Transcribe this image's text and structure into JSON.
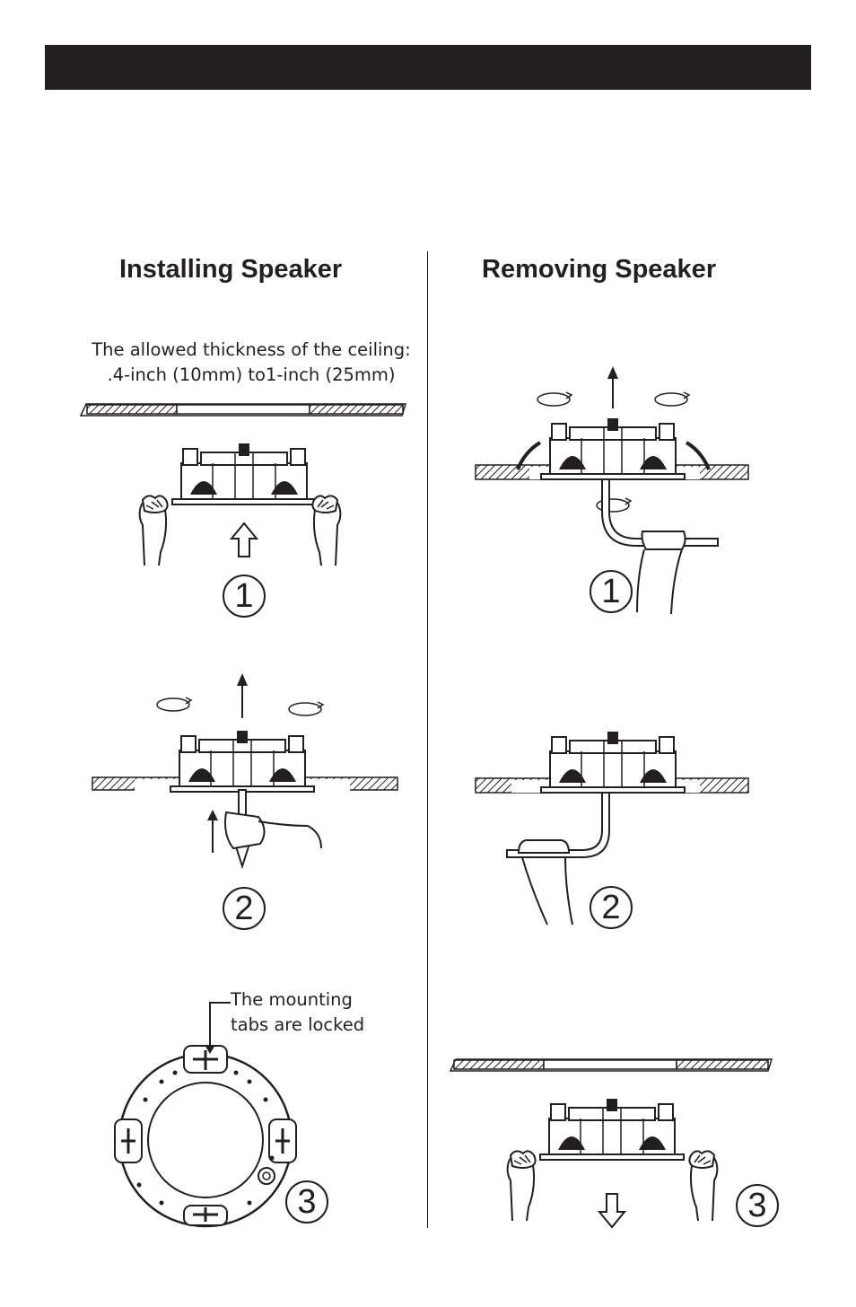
{
  "header": {
    "bar_color": "#231f20"
  },
  "installing": {
    "title": "Installing Speaker",
    "thickness_line1": "The allowed thickness of the ceiling:",
    "thickness_line2": ".4-inch (10mm) to1-inch (25mm)",
    "steps": [
      "1",
      "2",
      "3"
    ],
    "tabs_line1": "The mounting",
    "tabs_line2": "tabs are locked"
  },
  "removing": {
    "title": "Removing Speaker",
    "steps": [
      "1",
      "2",
      "3"
    ]
  }
}
